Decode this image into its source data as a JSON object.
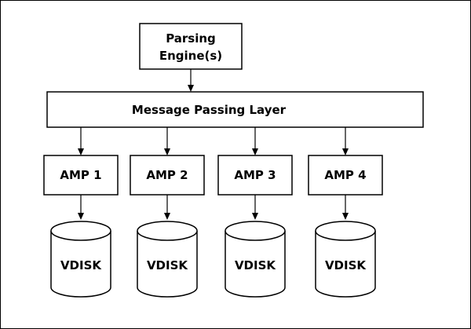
{
  "parsing_engine": {
    "line1": "Parsing",
    "line2": "Engine(s)"
  },
  "message_layer": {
    "label": "Message Passing Layer"
  },
  "amps": [
    {
      "label": "AMP 1",
      "disk": "VDISK"
    },
    {
      "label": "AMP 2",
      "disk": "VDISK"
    },
    {
      "label": "AMP 3",
      "disk": "VDISK"
    },
    {
      "label": "AMP 4",
      "disk": "VDISK"
    }
  ],
  "colors": {
    "stroke": "#000000",
    "fill": "#ffffff"
  }
}
